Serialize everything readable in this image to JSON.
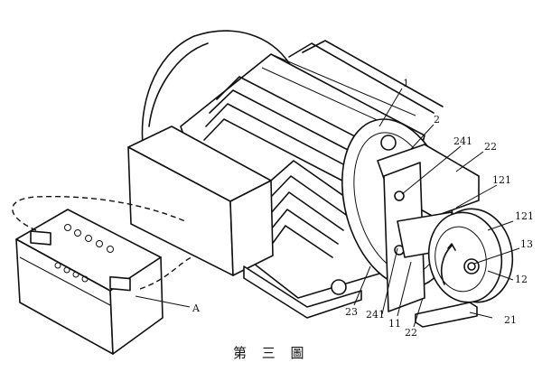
{
  "figure": {
    "caption": "第 三 圖",
    "labels": {
      "l1": "1",
      "l2": "2",
      "l241a": "241",
      "l22a": "22",
      "l121a": "121",
      "l121b": "121",
      "l13": "13",
      "l12": "12",
      "l21": "21",
      "l22b": "22",
      "l11": "11",
      "l241b": "241",
      "l23": "23",
      "lA": "A"
    }
  }
}
